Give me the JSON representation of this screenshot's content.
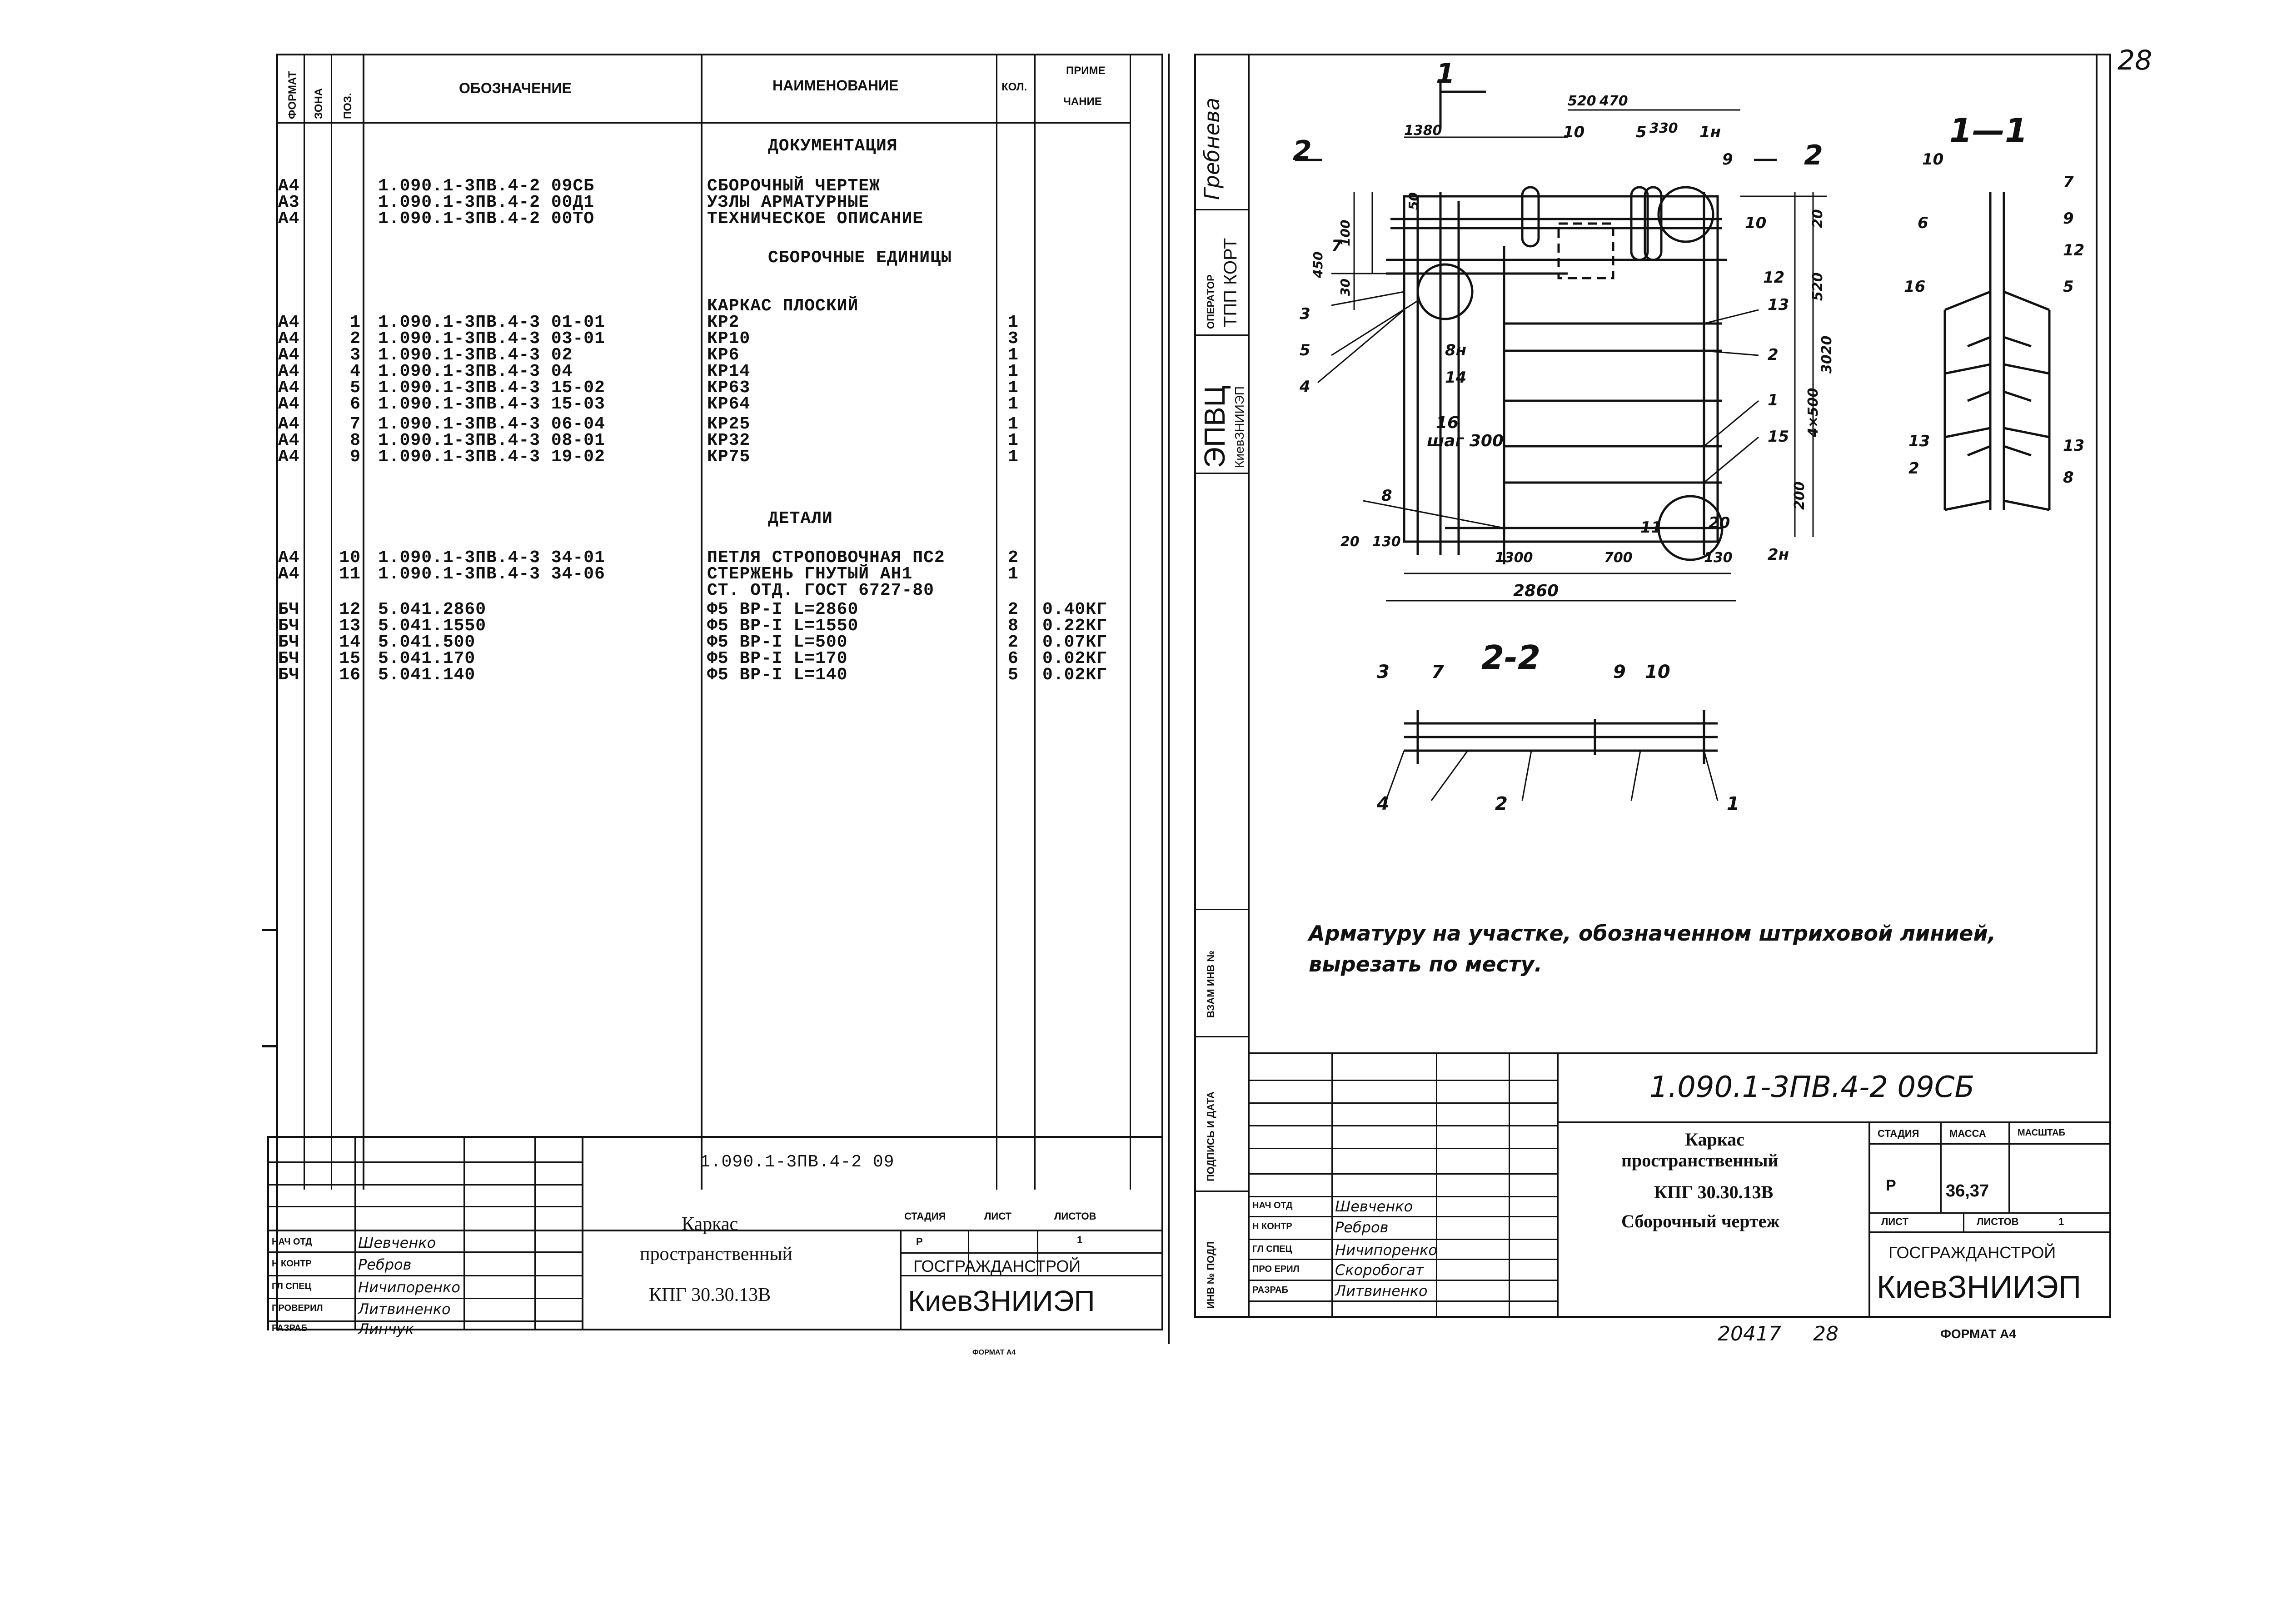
{
  "left_sheet": {
    "headers": {
      "format": "ФОРМАТ",
      "zone": "ЗОНА",
      "pos": "ПОЗ.",
      "designation": "ОБОЗНАЧЕНИЕ",
      "name": "НАИМЕНОВАНИЕ",
      "qty": "КОЛ.",
      "note_line1": "ПРИМЕ",
      "note_line2": "ЧАНИЕ"
    },
    "rows": [
      {
        "fmt": "",
        "pos": "",
        "des": "",
        "name": "ДОКУМЕНТАЦИЯ",
        "qty": "",
        "note": "",
        "section": true
      },
      {
        "fmt": "А4",
        "pos": "",
        "des": "1.090.1-3ПВ.4-2 09СБ",
        "name": "СБОРОЧНЫЙ ЧЕРТЕЖ",
        "qty": "",
        "note": ""
      },
      {
        "fmt": "А3",
        "pos": "",
        "des": "1.090.1-3ПВ.4-2 00Д1",
        "name": "УЗЛЫ АРМАТУРНЫЕ",
        "qty": "",
        "note": ""
      },
      {
        "fmt": "А4",
        "pos": "",
        "des": "1.090.1-3ПВ.4-2 00ТО",
        "name": "ТЕХНИЧЕСКОЕ ОПИСАНИЕ",
        "qty": "",
        "note": ""
      },
      {
        "fmt": "",
        "pos": "",
        "des": "",
        "name": "СБОРОЧНЫЕ ЕДИНИЦЫ",
        "qty": "",
        "note": "",
        "section": true
      },
      {
        "fmt": "",
        "pos": "",
        "des": "",
        "name": "КАРКАС ПЛОСКИЙ",
        "qty": "",
        "note": ""
      },
      {
        "fmt": "А4",
        "pos": "1",
        "des": "1.090.1-3ПВ.4-3 01-01",
        "name": "КР2",
        "qty": "1",
        "note": ""
      },
      {
        "fmt": "А4",
        "pos": "2",
        "des": "1.090.1-3ПВ.4-3 03-01",
        "name": "КР10",
        "qty": "3",
        "note": ""
      },
      {
        "fmt": "А4",
        "pos": "3",
        "des": "1.090.1-3ПВ.4-3 02",
        "name": "КР6",
        "qty": "1",
        "note": ""
      },
      {
        "fmt": "А4",
        "pos": "4",
        "des": "1.090.1-3ПВ.4-3 04",
        "name": "КР14",
        "qty": "1",
        "note": ""
      },
      {
        "fmt": "А4",
        "pos": "5",
        "des": "1.090.1-3ПВ.4-3 15-02",
        "name": "КР63",
        "qty": "1",
        "note": ""
      },
      {
        "fmt": "А4",
        "pos": "6",
        "des": "1.090.1-3ПВ.4-3 15-03",
        "name": "КР64",
        "qty": "1",
        "note": ""
      },
      {
        "fmt": "А4",
        "pos": "7",
        "des": "1.090.1-3ПВ.4-3 06-04",
        "name": "КР25",
        "qty": "1",
        "note": ""
      },
      {
        "fmt": "А4",
        "pos": "8",
        "des": "1.090.1-3ПВ.4-3 08-01",
        "name": "КР32",
        "qty": "1",
        "note": ""
      },
      {
        "fmt": "А4",
        "pos": "9",
        "des": "1.090.1-3ПВ.4-3 19-02",
        "name": "КР75",
        "qty": "1",
        "note": ""
      },
      {
        "fmt": "",
        "pos": "",
        "des": "",
        "name": "ДЕТАЛИ",
        "qty": "",
        "note": "",
        "section": true
      },
      {
        "fmt": "А4",
        "pos": "10",
        "des": "1.090.1-3ПВ.4-3 34-01",
        "name": "ПЕТЛЯ СТРОПОВОЧНАЯ ПС2",
        "qty": "2",
        "note": ""
      },
      {
        "fmt": "А4",
        "pos": "11",
        "des": "1.090.1-3ПВ.4-3 34-06",
        "name": "СТЕРЖЕНЬ ГНУТЫЙ АН1",
        "qty": "1",
        "note": ""
      },
      {
        "fmt": "",
        "pos": "",
        "des": "",
        "name": "СТ. ОТД. ГОСТ 6727-80",
        "qty": "",
        "note": ""
      },
      {
        "fmt": "БЧ",
        "pos": "12",
        "des": "5.041.2860",
        "name": "Ф5 ВР-I L=2860",
        "qty": "2",
        "note": "0.40КГ"
      },
      {
        "fmt": "БЧ",
        "pos": "13",
        "des": "5.041.1550",
        "name": "Ф5 ВР-I L=1550",
        "qty": "8",
        "note": "0.22КГ"
      },
      {
        "fmt": "БЧ",
        "pos": "14",
        "des": "5.041.500",
        "name": "Ф5 ВР-I L=500",
        "qty": "2",
        "note": "0.07КГ"
      },
      {
        "fmt": "БЧ",
        "pos": "15",
        "des": "5.041.170",
        "name": "Ф5 ВР-I L=170",
        "qty": "6",
        "note": "0.02КГ"
      },
      {
        "fmt": "БЧ",
        "pos": "16",
        "des": "5.041.140",
        "name": "Ф5 ВР-I L=140",
        "qty": "5",
        "note": "0.02КГ"
      }
    ],
    "stamp": {
      "code": "1.090.1-3ПВ.4-2 09",
      "title_line1": "Каркас",
      "title_line2": "пространственный",
      "title_line3": "КПГ 30.30.13В",
      "stage_label": "СТАДИЯ",
      "sheet_label": "ЛИСТ",
      "sheets_label": "ЛИСТОВ",
      "stage_value": "Р",
      "sheets_value": "1",
      "org_line1": "ГОСГРАЖДАНСТРОЙ",
      "org_line2": "КиевЗНИИЭП",
      "roles": [
        "НАЧ ОТД",
        "Н КОНТР",
        "ГЛ СПЕЦ",
        "ПРОВЕРИЛ",
        "РАЗРАБ"
      ],
      "names": [
        "Шевченко",
        "Ребров",
        "Ничипоренко",
        "Литвиненко",
        "Линчук"
      ],
      "format_note": "ФОРМАТ А4"
    }
  },
  "right_sheet": {
    "page_number": "28",
    "side_labels": {
      "designer": "Гребнева",
      "operator": "ОПЕРАТОР",
      "tpp": "ТПП КОРТ",
      "epvc": "ЭПВЦ",
      "org": "КиевЗНИИЭП",
      "inv_podl": "ИНВ № ПОДЛ",
      "sign_date": "ПОДПИСЬ И ДАТА",
      "vzam": "ВЗАМ ИНВ №"
    },
    "drawing": {
      "section_1_label": "1-1",
      "section_2_label": "2-2",
      "dims": [
        "1380",
        "520",
        "470",
        "330",
        "100",
        "450",
        "50",
        "30",
        "10",
        "20",
        "520",
        "3020",
        "4×500",
        "200",
        "10",
        "20",
        "130",
        "1300",
        "700",
        "130",
        "2860",
        "шаг 300"
      ],
      "callouts": [
        "1",
        "2",
        "3",
        "4",
        "5",
        "6",
        "7",
        "8",
        "9",
        "10",
        "11",
        "12",
        "13",
        "14",
        "15",
        "16",
        "1н",
        "2н",
        "8н"
      ]
    },
    "note": "Арматуру на участке, обозначенном штриховой линией, вырезать по месту.",
    "stamp": {
      "code": "1.090.1-3ПВ.4-2   09СБ",
      "title_line1": "Каркас",
      "title_line2": "пространственный",
      "title_line3": "КПГ 30.30.13В",
      "title_line4": "Сборочный чертеж",
      "stage_label": "СТАДИЯ",
      "mass_label": "МАССА",
      "scale_label": "МАСШТАБ",
      "stage_value": "Р",
      "mass_value": "36,37",
      "sheet_label": "ЛИСТ",
      "sheets_label": "ЛИСТОВ",
      "sheets_value": "1",
      "org_line1": "ГОСГРАЖДАНСТРОЙ",
      "org_line2": "КиевЗНИИЭП",
      "roles": [
        "НАЧ ОТД",
        "Н КОНТР",
        "ГЛ СПЕЦ",
        "ПРО ЕРИЛ",
        "РАЗРАБ"
      ],
      "names": [
        "Шевченко",
        "Ребров",
        "Ничипоренко",
        "Скоробогат",
        "Литвиненко"
      ]
    },
    "footer": {
      "number": "20417",
      "page": "28",
      "format_note": "ФОРМАТ А4"
    }
  }
}
